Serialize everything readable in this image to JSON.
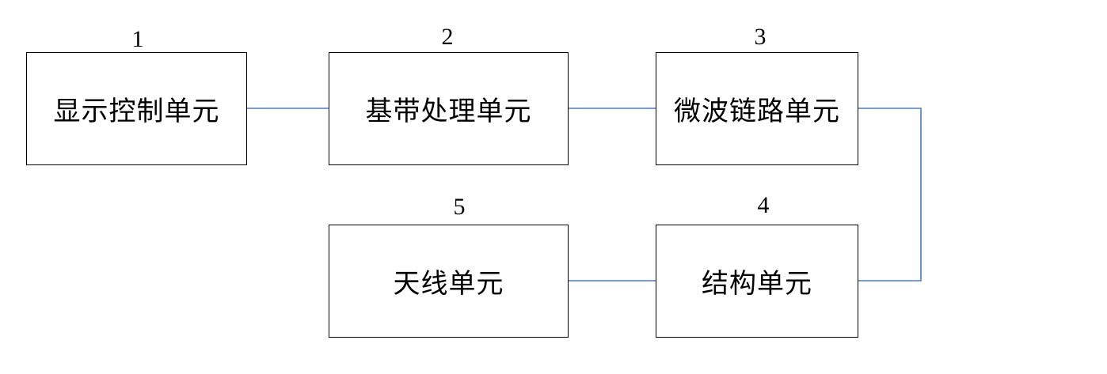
{
  "blocks": [
    {
      "id": "1",
      "label": "显示控制单元"
    },
    {
      "id": "2",
      "label": "基带处理单元"
    },
    {
      "id": "3",
      "label": "微波链路单元"
    },
    {
      "id": "4",
      "label": "结构单元"
    },
    {
      "id": "5",
      "label": "天线单元"
    }
  ],
  "connections": [
    {
      "from": "1",
      "to": "2"
    },
    {
      "from": "2",
      "to": "3"
    },
    {
      "from": "3",
      "to": "4"
    },
    {
      "from": "4",
      "to": "5"
    }
  ],
  "colors": {
    "connector": "#4a7ac8",
    "border": "#000000"
  }
}
